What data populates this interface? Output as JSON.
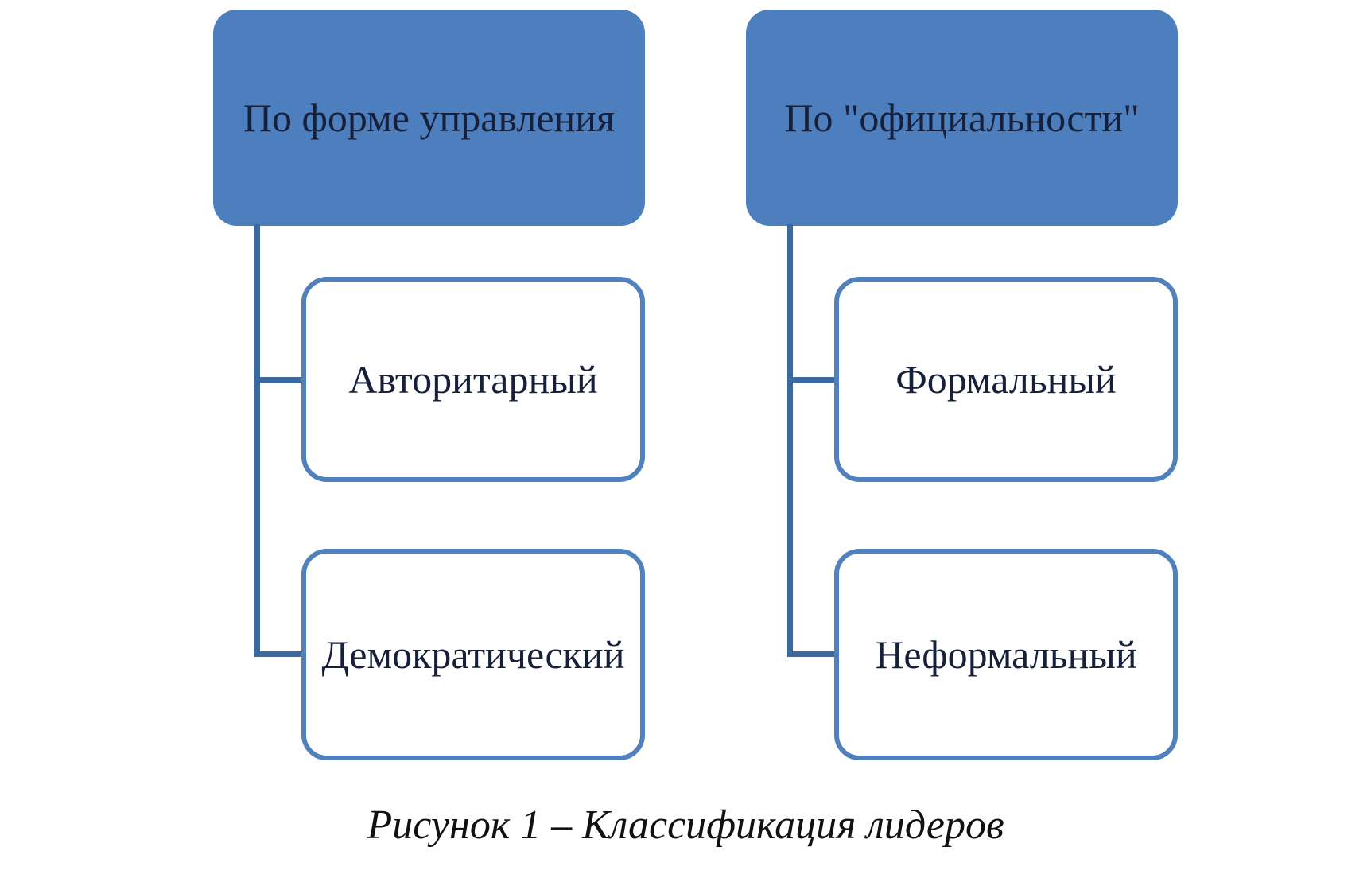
{
  "diagram": {
    "trees": [
      {
        "root": {
          "label": "По форме управления"
        },
        "children": [
          {
            "label": "Авторитарный"
          },
          {
            "label": "Демократический"
          }
        ]
      },
      {
        "root": {
          "label": "По \"официальности\""
        },
        "children": [
          {
            "label": "Формальный"
          },
          {
            "label": "Неформальный"
          }
        ]
      }
    ],
    "caption": "Рисунок 1 – Классификация лидеров",
    "colors": {
      "root_fill": "#4d7ebd",
      "child_border": "#5081bd",
      "connector": "#3b69a2",
      "node_text": "#17203a",
      "caption_text": "#111111",
      "background": "#ffffff"
    }
  }
}
